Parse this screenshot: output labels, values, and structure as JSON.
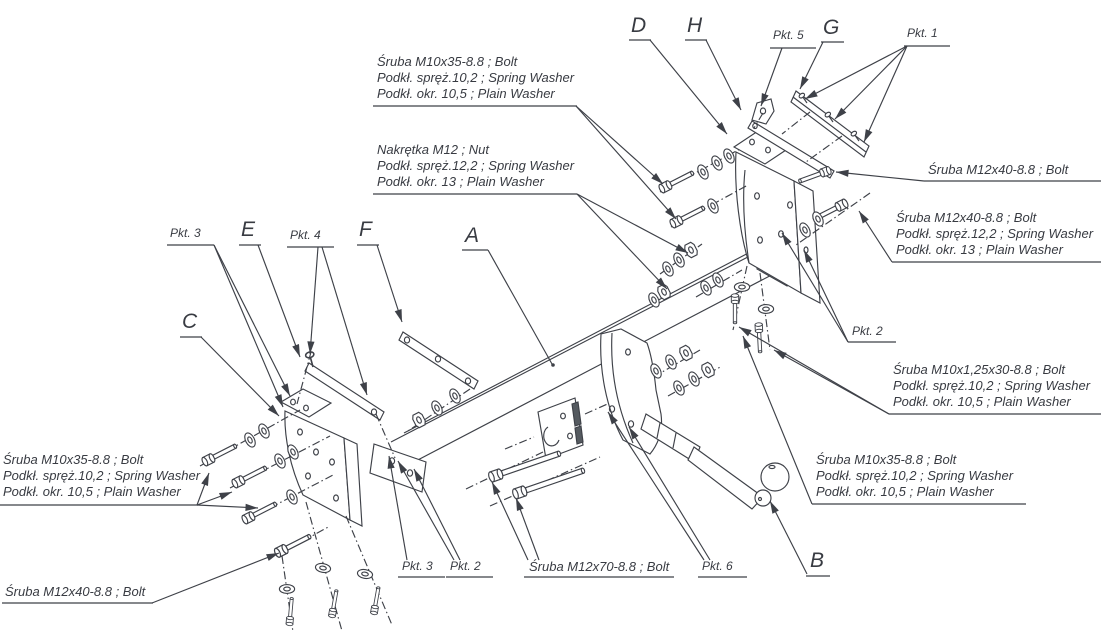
{
  "ink": "#3e4148",
  "letters": {
    "a": "A",
    "b": "B",
    "c": "C",
    "d": "D",
    "e": "E",
    "f": "F",
    "g": "G",
    "h": "H"
  },
  "points": {
    "pkt1": "Pkt. 1",
    "pkt2_right": "Pkt. 2",
    "pkt2_bottom": "Pkt. 2",
    "pkt3_left": "Pkt. 3",
    "pkt3_bottom": "Pkt. 3",
    "pkt4": "Pkt. 4",
    "pkt5": "Pkt. 5",
    "pkt6": "Pkt. 6"
  },
  "callouts": {
    "m10x35_top": {
      "l1": "Śruba M10x35-8.8 ;  Bolt",
      "l2": "Podkł. spręż.10,2 ; Spring Washer",
      "l3": "Podkł. okr. 10,5 ; Plain Washer"
    },
    "m12_nut": {
      "l1": "Nakrętka  M12 ; Nut",
      "l2": "Podkł. spręż.12,2 ; Spring Washer",
      "l3": "Podkł. okr. 13 ; Plain Washer"
    },
    "m12x40_tr": {
      "l1": "Śruba M12x40-8.8 ;  Bolt"
    },
    "m12x40_r": {
      "l1": "Śruba M12x40-8.8 ;  Bolt",
      "l2": "Podkł. spręż.12,2 ; Spring Washer",
      "l3": "Podkł. okr. 13 ; Plain Washer"
    },
    "m10x125x30": {
      "l1": "Śruba M10x1,25x30-8.8 ;  Bolt",
      "l2": "Podkł. spręż.10,2 ; Spring Washer",
      "l3": "Podkł. okr. 10,5 ; Plain Washer"
    },
    "m10x35_r": {
      "l1": "Śruba M10x35-8.8 ;  Bolt",
      "l2": "Podkł. spręż.10,2 ; Spring Washer",
      "l3": "Podkł. okr. 10,5 ; Plain Washer"
    },
    "m12x70": {
      "l1": "Śruba M12x70-8.8 ;  Bolt"
    },
    "m10x35_l": {
      "l1": "Śruba M10x35-8.8 ;  Bolt",
      "l2": "Podkł. spręż.10,2 ; Spring Washer",
      "l3": "Podkł. okr. 10,5 ; Plain Washer"
    },
    "m12x40_bl": {
      "l1": "Śruba M12x40-8.8 ;  Bolt"
    }
  }
}
